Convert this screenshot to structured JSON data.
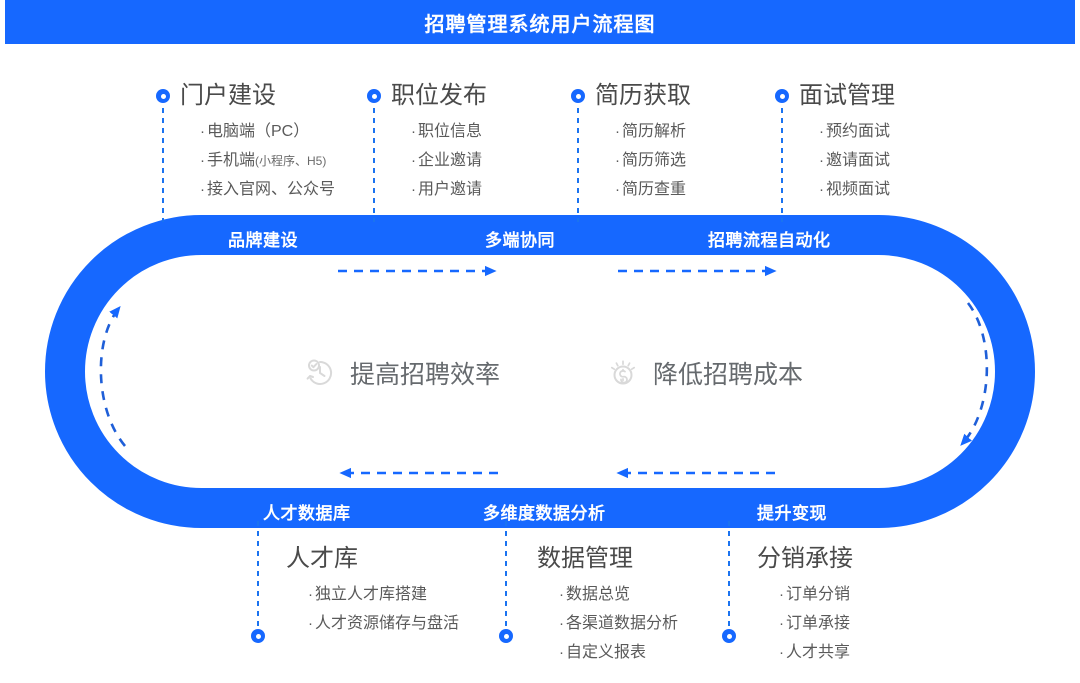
{
  "theme": {
    "blue": "#1668ff",
    "band_text": "#ffffff",
    "heading_text": "#4a4a4a",
    "item_text": "#5a5a5a",
    "goal_text": "#666a6e",
    "goal_icon": "#d8d8d8",
    "page_bg": "#ffffff"
  },
  "banner": {
    "title": "招聘管理系统用户流程图"
  },
  "top_columns": [
    {
      "heading": "门户建设",
      "marker_icon": "ring-dot-icon",
      "items": [
        {
          "text": "电脑端（PC）",
          "sub": ""
        },
        {
          "text": "手机端",
          "sub": "(小程序、H5)"
        },
        {
          "text": "接入官网、公众号",
          "sub": ""
        }
      ]
    },
    {
      "heading": "职位发布",
      "marker_icon": "ring-dot-icon",
      "items": [
        {
          "text": "职位信息",
          "sub": ""
        },
        {
          "text": "企业邀请",
          "sub": ""
        },
        {
          "text": "用户邀请",
          "sub": ""
        }
      ]
    },
    {
      "heading": "简历获取",
      "marker_icon": "ring-dot-icon",
      "items": [
        {
          "text": "简历解析",
          "sub": ""
        },
        {
          "text": "简历筛选",
          "sub": ""
        },
        {
          "text": "简历查重",
          "sub": ""
        }
      ]
    },
    {
      "heading": "面试管理",
      "marker_icon": "ring-dot-icon",
      "items": [
        {
          "text": "预约面试",
          "sub": ""
        },
        {
          "text": "邀请面试",
          "sub": ""
        },
        {
          "text": "视频面试",
          "sub": ""
        }
      ]
    }
  ],
  "top_band_labels": [
    "品牌建设",
    "多端协同",
    "招聘流程自动化"
  ],
  "bottom_band_labels": [
    "人才数据库",
    "多维度数据分析",
    "提升变现"
  ],
  "goals": [
    {
      "label": "提高招聘效率",
      "icon": "clock-check-icon"
    },
    {
      "label": "降低招聘成本",
      "icon": "coin-dollar-icon"
    }
  ],
  "bottom_columns": [
    {
      "heading": "人才库",
      "marker_icon": "ring-dot-icon",
      "items": [
        {
          "text": "独立人才库搭建",
          "sub": ""
        },
        {
          "text": "人才资源储存与盘活",
          "sub": ""
        }
      ]
    },
    {
      "heading": "数据管理",
      "marker_icon": "ring-dot-icon",
      "items": [
        {
          "text": "数据总览",
          "sub": ""
        },
        {
          "text": "各渠道数据分析",
          "sub": ""
        },
        {
          "text": "自定义报表",
          "sub": ""
        }
      ]
    },
    {
      "heading": "分销承接",
      "marker_icon": "ring-dot-icon",
      "items": [
        {
          "text": "订单分销",
          "sub": ""
        },
        {
          "text": "订单承接",
          "sub": ""
        },
        {
          "text": "人才共享",
          "sub": ""
        }
      ]
    }
  ],
  "flow_arrows": [
    {
      "name": "top-arrow-1",
      "direction": "right"
    },
    {
      "name": "top-arrow-2",
      "direction": "right"
    },
    {
      "name": "bottom-arrow-1",
      "direction": "left"
    },
    {
      "name": "bottom-arrow-2",
      "direction": "left"
    },
    {
      "name": "left-curve-arrow",
      "direction": "up"
    },
    {
      "name": "right-curve-arrow",
      "direction": "down"
    }
  ]
}
